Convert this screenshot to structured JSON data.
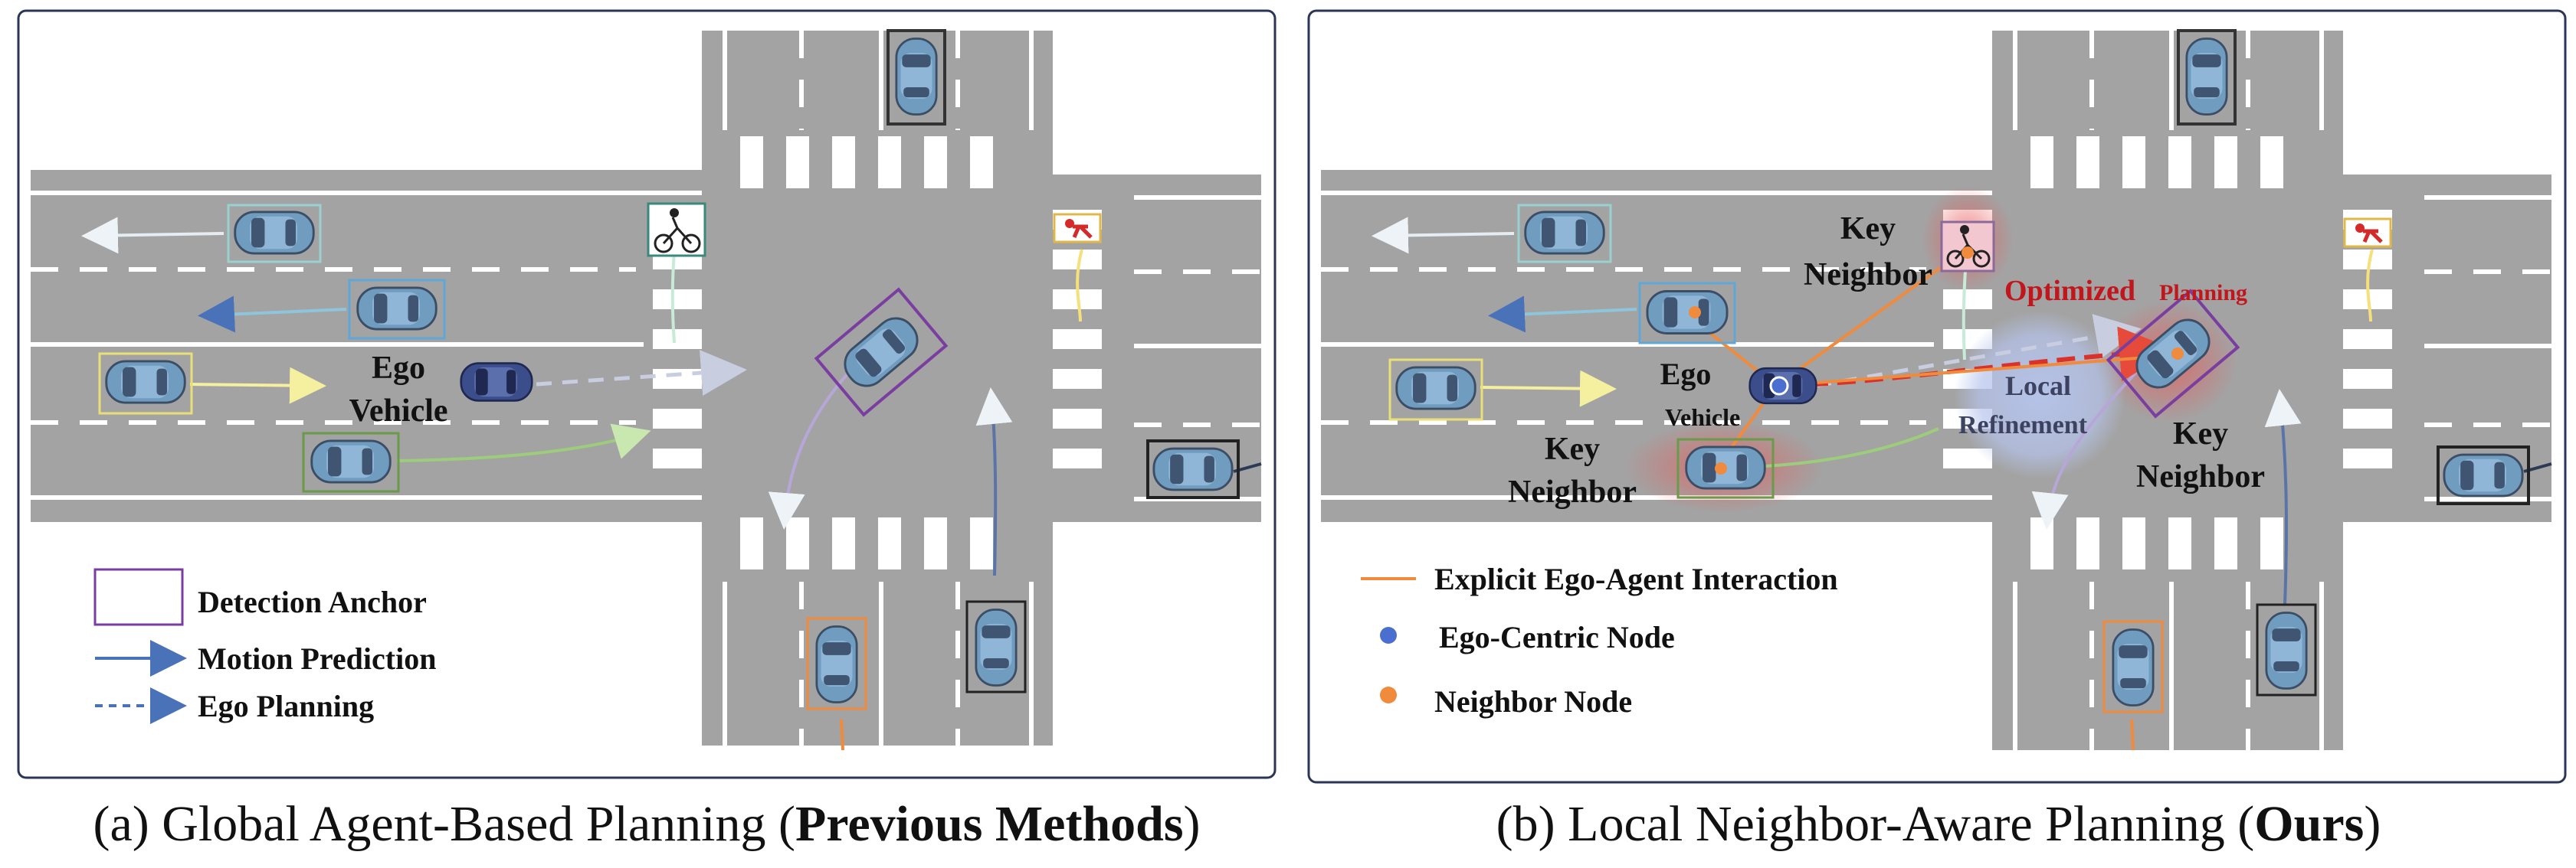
{
  "panel_a": {
    "ego_label_line1": "Ego",
    "ego_label_line2": "Vehicle",
    "legend": {
      "detection": "Detection Anchor",
      "motion": "Motion Prediction",
      "ego_planning": "Ego Planning"
    },
    "caption_prefix": "(a) Global Agent-Based Planning (",
    "caption_bold": "Previous Methods",
    "caption_suffix": ")"
  },
  "panel_b": {
    "ego_label_line1": "Ego",
    "ego_label_line2": "Vehicle",
    "key_neighbor_top_1": "Key",
    "key_neighbor_top_2": "Neighbor",
    "key_neighbor_left_1": "Key",
    "key_neighbor_left_2": "Neighbor",
    "key_neighbor_right_1": "Key",
    "key_neighbor_right_2": "Neighbor",
    "optimized_1": "Optimized",
    "optimized_2": "Planning",
    "local_1": "Local",
    "local_2": "Refinement",
    "legend": {
      "interaction": "Explicit Ego-Agent Interaction",
      "ego_node": "Ego-Centric Node",
      "neighbor_node": "Neighbor Node"
    },
    "caption_prefix": "(b) Local Neighbor-Aware Planning (",
    "caption_bold": "Ours",
    "caption_suffix": ")"
  },
  "colors": {
    "frame": "#2a3558",
    "road": "#a3a3a3",
    "car": "#6f9cbf",
    "ego": "#3b4d8a",
    "detection_anchor": "#7a3ea0",
    "motion_arrow": "#4a72b8",
    "interaction": "#f08a3c",
    "ego_node": "#4a6fd0",
    "neighbor_node": "#f08a3c",
    "optimized": "#c0161c"
  },
  "icons": [
    "car-icon",
    "ego-car-icon",
    "cyclist-icon",
    "pedestrian-icon",
    "arrow-icon"
  ]
}
